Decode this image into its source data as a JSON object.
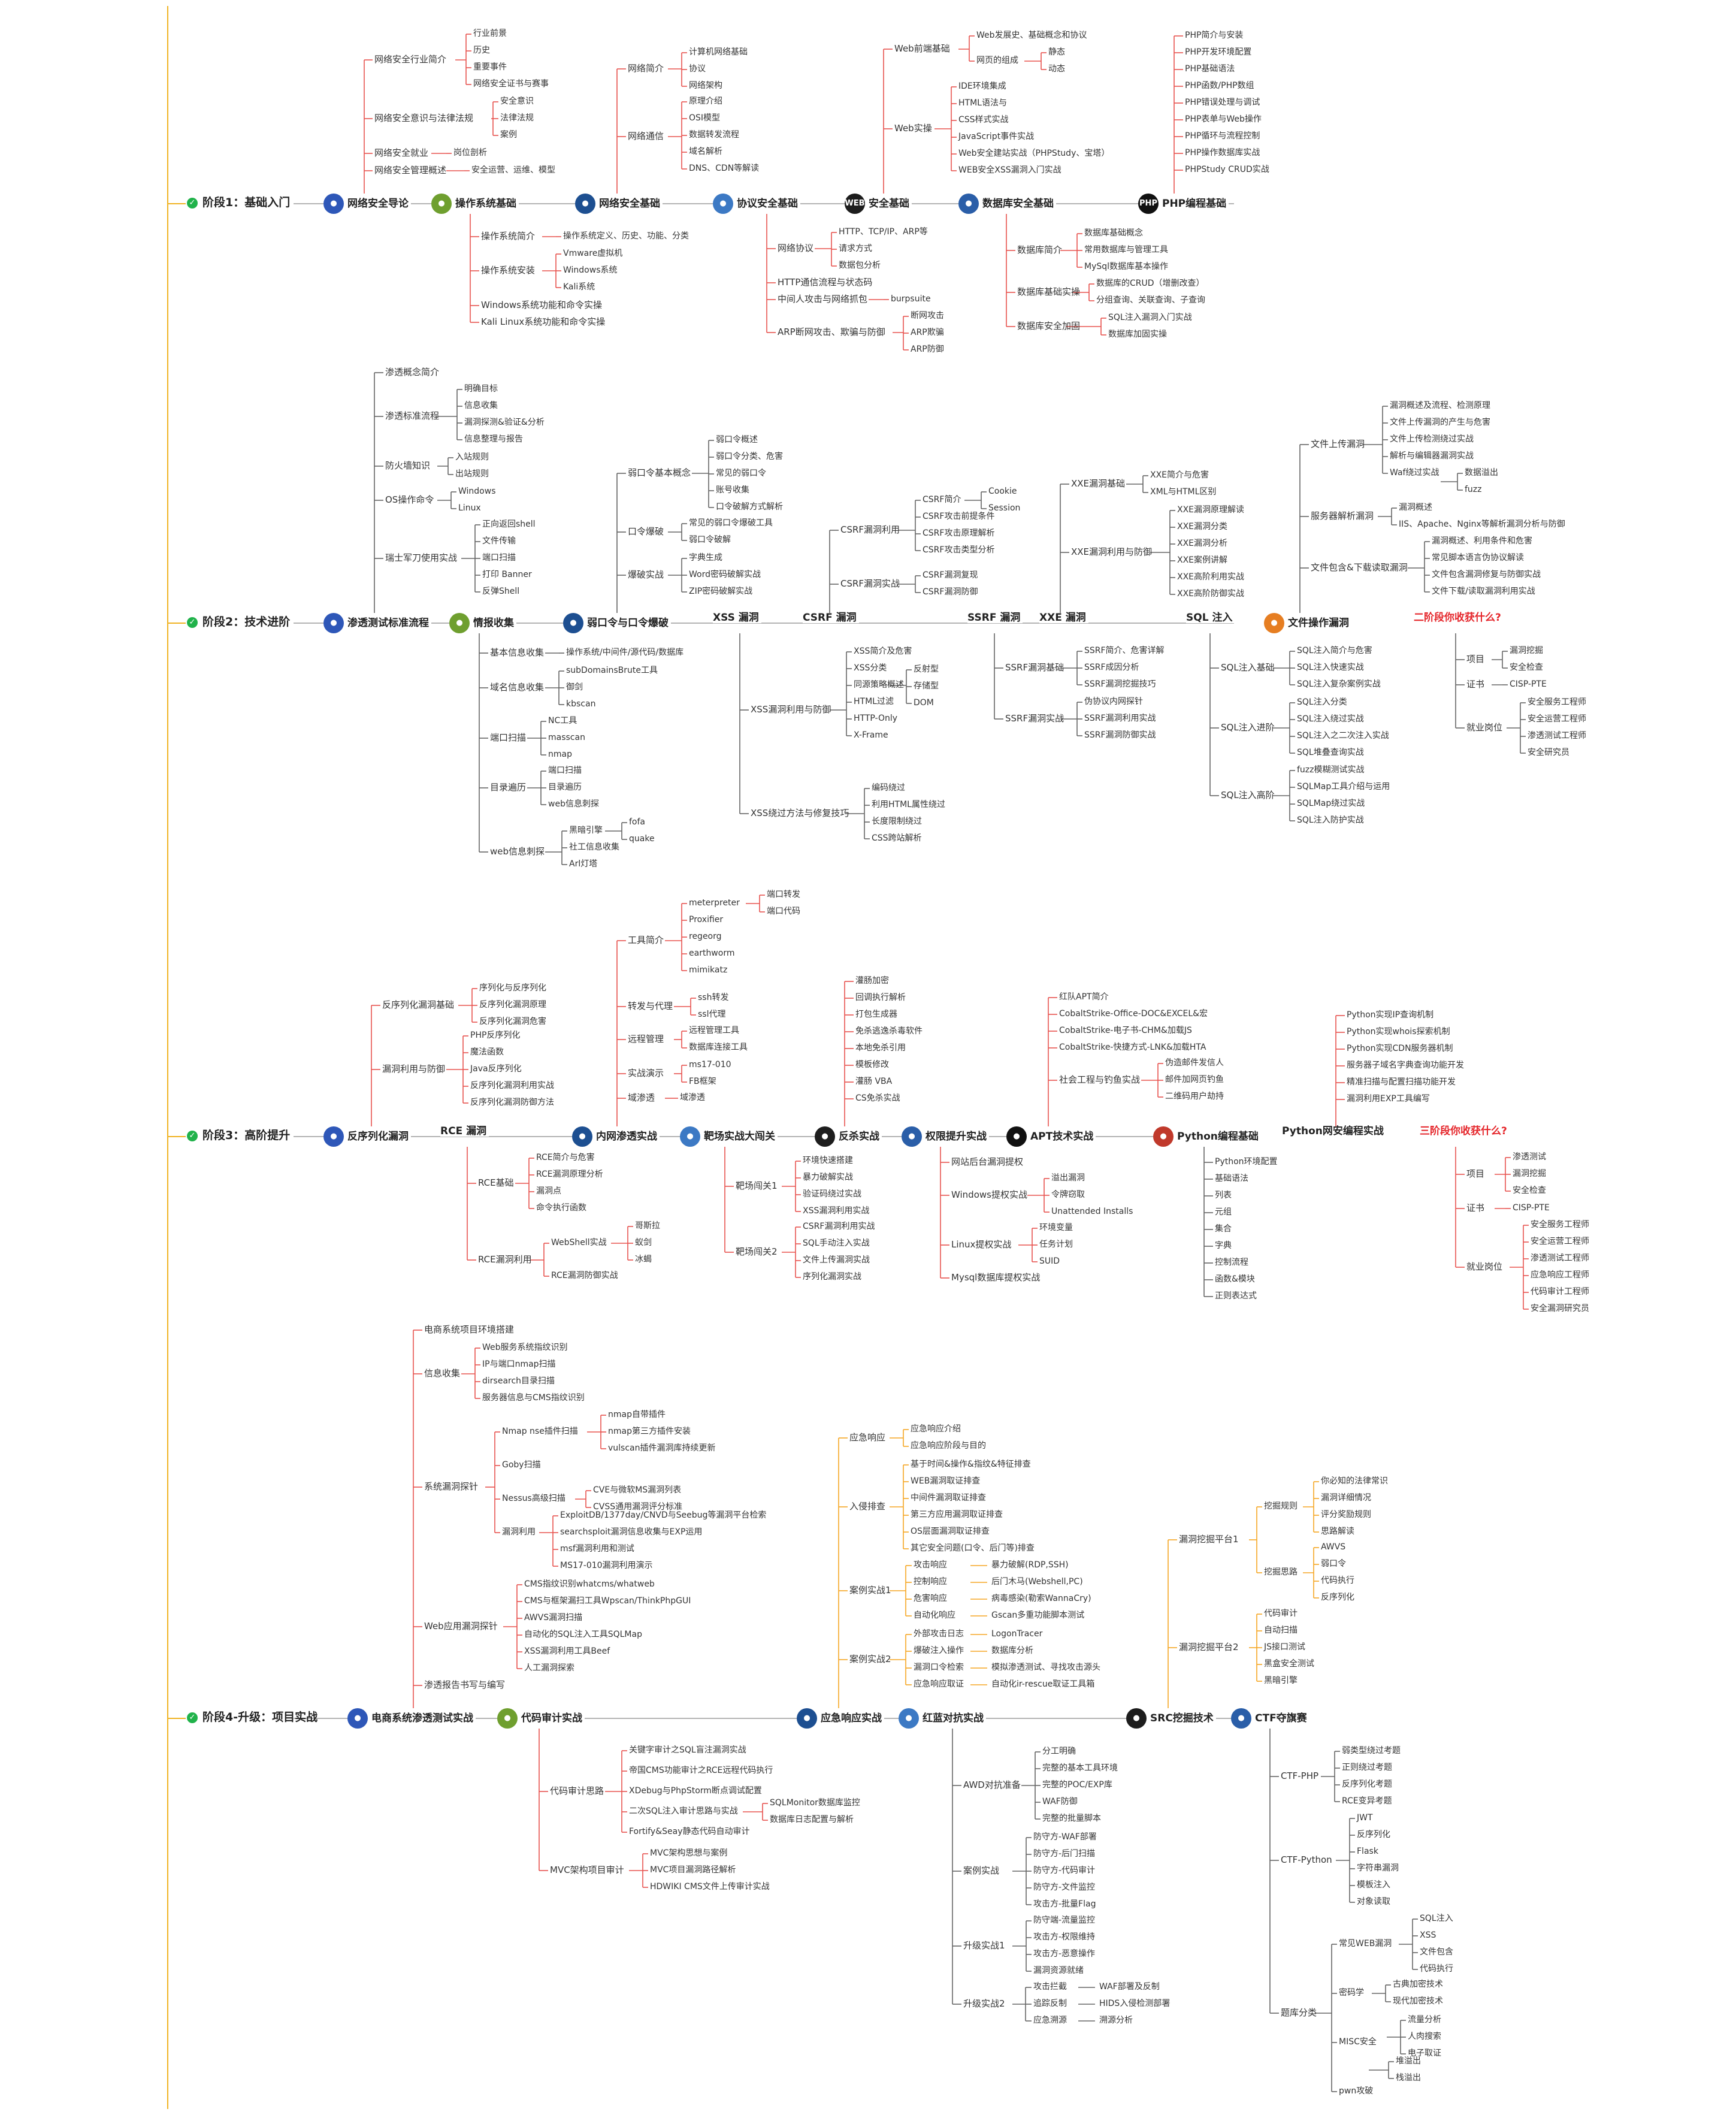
{
  "colors": {
    "spine": "#f0b324",
    "branch_red": "#e8534f",
    "branch_blue": "#2f5fb3",
    "branch_orange": "#f5a623",
    "branch_black": "#444444",
    "check_green": "#20b24a",
    "highlight_red": "#e5262b"
  },
  "stage1": {
    "label": "阶段1：基础入门",
    "topics": {
      "t1": "网络安全导论",
      "t2": "操作系统基础",
      "t3": "网络安全基础",
      "t4": "协议安全基础",
      "t5_logo": "WEB",
      "t5": "安全基础",
      "t6": "数据库安全基础",
      "t7_logo": "PHP",
      "t7": "PHP编程基础"
    },
    "a": {
      "h1": "网络安全行业简介",
      "h1c": [
        "行业前景",
        "历史",
        "重要事件",
        "网络安全证书与赛事"
      ],
      "h2": "网络安全意识与法律法规",
      "h2c": [
        "安全意识",
        "法律法规",
        "案例"
      ],
      "h3": "网络安全就业",
      "h3c": [
        "岗位剖析"
      ],
      "h4": "网络安全管理概述",
      "h4c": [
        "安全运营、运维、模型"
      ]
    },
    "b": {
      "h1": "网络简介",
      "h1c": [
        "计算机网络基础",
        "协议",
        "网络架构"
      ],
      "h2": "网络通信",
      "h2c": [
        "原理介绍",
        "OSI模型",
        "数据转发流程",
        "域名解析",
        "DNS、CDN等解读"
      ]
    },
    "c": {
      "h1": "Web前端基础",
      "h1a": "Web发展史、基础概念和协议",
      "h1b": "网页的组成",
      "h1bc": [
        "静态",
        "动态"
      ],
      "h2": "Web实操",
      "h2c": [
        "IDE环境集成",
        "HTML语法与",
        "CSS样式实战",
        "JavaScript事件实战",
        "Web安全建站实战（PHPStudy、宝塔）",
        "WEB安全XSS漏洞入门实战"
      ]
    },
    "d": [
      "PHP简介与安装",
      "PHP开发环境配置",
      "PHP基础语法",
      "PHP函数/PHP数组",
      "PHP错误处理与调试",
      "PHP表单与Web操作",
      "PHP循环与流程控制",
      "PHP操作数据库实战",
      "PHPStudy CRUD实战"
    ],
    "e": {
      "h1": "操作系统简介",
      "h1c": [
        "操作系统定义、历史、功能、分类"
      ],
      "h2": "操作系统安装",
      "h2c": [
        "Vmware虚拟机",
        "Windows系统",
        "Kali系统"
      ],
      "h3": "Windows系统功能和命令实操",
      "h4": "Kali Linux系统功能和命令实操"
    },
    "f": {
      "h1": "网络协议",
      "h1c": [
        "HTTP、TCP/IP、ARP等",
        "请求方式",
        "数据包分析"
      ],
      "h2": "HTTP通信流程与状态码",
      "h3": "中间人攻击与网络抓包",
      "h3c": [
        "burpsuite"
      ],
      "h4": "ARP断网攻击、欺骗与防御",
      "h4c": [
        "断网攻击",
        "ARP欺骗",
        "ARP防御"
      ]
    },
    "g": {
      "h1": "数据库简介",
      "h1c": [
        "数据库基础概念",
        "常用数据库与管理工具",
        "MySql数据库基本操作"
      ],
      "h2": "数据库基础实操",
      "h2c": [
        "数据库的CRUD（增删改查）",
        "分组查询、关联查询、子查询"
      ],
      "h3": "数据库安全加固",
      "h3c": [
        "SQL注入漏洞入门实战",
        "数据库加固实操"
      ]
    }
  },
  "stage2": {
    "label": "阶段2：技术进阶",
    "topics": {
      "t1": "渗透测试标准流程",
      "t2": "情报收集",
      "t3": "弱口令与口令爆破",
      "t4": "XSS 漏洞",
      "t5": "CSRF 漏洞",
      "t6": "SSRF 漏洞",
      "t7": "XXE 漏洞",
      "t8": "SQL 注入",
      "t9": "文件操作漏洞",
      "t10": "二阶段你收获什么?"
    },
    "a": {
      "h1": "渗透概念简介",
      "h2": "渗透标准流程",
      "h2c": [
        "明确目标",
        "信息收集",
        "漏洞探测&验证&分析",
        "信息整理与报告"
      ],
      "h3": "防火墙知识",
      "h3c": [
        "入站规则",
        "出站规则"
      ],
      "h4": "OS操作命令",
      "h4c": [
        "Windows",
        "Linux"
      ],
      "h5": "瑞士军刀使用实战",
      "h5c": [
        "正向返回shell",
        "文件传输",
        "端口扫描",
        "打印 Banner",
        "反弹Shell"
      ]
    },
    "b": {
      "h1": "弱口令基本概念",
      "h1c": [
        "弱口令概述",
        "弱口令分类、危害",
        "常见的弱口令",
        "账号收集",
        "口令破解方式解析"
      ],
      "h2": "口令爆破",
      "h2c": [
        "常见的弱口令爆破工具",
        "弱口令破解"
      ],
      "h3": "爆破实战",
      "h3c": [
        "字典生成",
        "Word密码破解实战",
        "ZIP密码破解实战"
      ]
    },
    "c": {
      "h1": "CSRF漏洞利用",
      "h1a": "CSRF简介",
      "h1ac": [
        "Cookie",
        "Session"
      ],
      "h1c": [
        "CSRF攻击前提条件",
        "CSRF攻击原理解析",
        "CSRF攻击类型分析"
      ],
      "h2": "CSRF漏洞实战",
      "h2c": [
        "CSRF漏洞复现",
        "CSRF漏洞防御"
      ]
    },
    "d": {
      "h1": "XXE漏洞基础",
      "h1c": [
        "XXE简介与危害",
        "XML与HTML区别"
      ],
      "h2": "XXE漏洞利用与防御",
      "h2c": [
        "XXE漏洞原理解读",
        "XXE漏洞分类",
        "XXE漏洞分析",
        "XXE案例讲解",
        "XXE高阶利用实战",
        "XXE高阶防御实战"
      ]
    },
    "e": {
      "h1": "文件上传漏洞",
      "h1c": [
        "漏洞概述及流程、检测原理",
        "文件上传漏洞的产生与危害",
        "文件上传检测绕过实战",
        "解析与编辑器漏洞实战"
      ],
      "h1d": "Waf绕过实战",
      "h1dc": [
        "数据溢出",
        "fuzz"
      ],
      "h2": "服务器解析漏洞",
      "h2c": [
        "漏洞概述",
        "IIS、Apache、Nginx等解析漏洞分析与防御"
      ],
      "h3": "文件包含&下载读取漏洞",
      "h3c": [
        "漏洞概述、利用条件和危害",
        "常见脚本语言伪协议解读",
        "文件包含漏洞修复与防御实战",
        "文件下载/读取漏洞利用实战"
      ]
    },
    "f": {
      "h1": "基本信息收集",
      "h1c": [
        "操作系统/中间件/源代码/数据库"
      ],
      "h2": "域名信息收集",
      "h2c": [
        "subDomainsBrute工具",
        "御剑",
        "kbscan"
      ],
      "h3": "端口扫描",
      "h3c": [
        "NC工具",
        "masscan",
        "nmap"
      ],
      "h4": "目录遍历",
      "h4c": [
        "端口扫描",
        "目录遍历",
        "web信息刺探"
      ],
      "h5": "web信息刺探",
      "h5a": "黑暗引擎",
      "h5ac": [
        "fofa",
        "quake"
      ],
      "h5c": [
        "社工信息收集",
        "Arl灯塔"
      ]
    },
    "g": {
      "h1": "XSS漏洞利用与防御",
      "h1a": "XSS简介及危害",
      "h1b": "XSS分类",
      "h1bc": [
        "反射型",
        "存储型",
        "DOM"
      ],
      "h1c": [
        "同源策略概述",
        "HTML过滤",
        "HTTP-Only",
        "X-Frame"
      ],
      "h2": "XSS绕过方法与修复技巧",
      "h2c": [
        "编码绕过",
        "利用HTML属性绕过",
        "长度限制绕过",
        "CSS跨站解析"
      ]
    },
    "h": {
      "h1": "SSRF漏洞基础",
      "h1c": [
        "SSRF简介、危害详解",
        "SSRF成因分析",
        "SSRF漏洞挖掘技巧"
      ],
      "h2": "SSRF漏洞实战",
      "h2c": [
        "伪协议内网探针",
        "SSRF漏洞利用实战",
        "SSRF漏洞防御实战"
      ]
    },
    "i": {
      "h1": "SQL注入基础",
      "h1c": [
        "SQL注入简介与危害",
        "SQL注入快速实战",
        "SQL注入复杂案例实战"
      ],
      "h2": "SQL注入进阶",
      "h2c": [
        "SQL注入分类",
        "SQL注入绕过实战",
        "SQL注入之二次注入实战",
        "SQL堆叠查询实战"
      ],
      "h3": "SQL注入高阶",
      "h3c": [
        "fuzz模糊测试实战",
        "SQLMap工具介绍与运用",
        "SQLMap绕过实战",
        "SQL注入防护实战"
      ]
    },
    "j": {
      "h1": "项目",
      "h1c": [
        "漏洞挖掘",
        "安全检查"
      ],
      "h2": "证书",
      "h2c": [
        "CISP-PTE"
      ],
      "h3": "就业岗位",
      "h3c": [
        "安全服务工程师",
        "安全运营工程师",
        "渗透测试工程师",
        "安全研究员"
      ]
    }
  },
  "stage3": {
    "label": "阶段3：高阶提升",
    "topics": {
      "t1": "反序列化漏洞",
      "t2": "RCE 漏洞",
      "t3": "内网渗透实战",
      "t4": "靶场实战大闯关",
      "t5": "反杀实战",
      "t6": "权限提升实战",
      "t7": "APT技术实战",
      "t8": "Python编程基础",
      "t9": "Python网安编程实战",
      "t10": "三阶段你收获什么?"
    },
    "a": {
      "h1": "反序列化漏洞基础",
      "h1c": [
        "序列化与反序列化",
        "反序列化漏洞原理",
        "反序列化漏洞危害"
      ],
      "h2": "漏洞利用与防御",
      "h2c": [
        "PHP反序列化",
        "魔法函数",
        "Java反序列化",
        "反序列化漏洞利用实战",
        "反序列化漏洞防御方法"
      ]
    },
    "b": {
      "h1": "工具简介",
      "h1a": "meterpreter",
      "h1ac": [
        "端口转发",
        "端口代码"
      ],
      "h1c": [
        "Proxifier",
        "regeorg",
        "earthworm",
        "mimikatz"
      ],
      "h2": "转发与代理",
      "h2c": [
        "ssh转发",
        "ssl代理"
      ],
      "h3": "远程管理",
      "h3c": [
        "远程管理工具",
        "数据库连接工具"
      ],
      "h4": "实战演示",
      "h4c": [
        "ms17-010",
        "FB框架"
      ],
      "h5": "域渗透",
      "h5c": [
        "域渗透"
      ]
    },
    "c": [
      "灌肠加密",
      "回调执行解析",
      "打包生成器",
      "免杀逃逸杀毒软件",
      "本地免杀引用",
      "模板修改",
      "灌肠 VBA",
      "CS免杀实战"
    ],
    "d": {
      "list": [
        "红队APT简介",
        "CobaltStrike-Office-DOC&EXCEL&宏",
        "CobaltStrike-电子书-CHM&加载JS",
        "CobaltStrike-快捷方式-LNK&加载HTA"
      ],
      "h1": "社会工程与钓鱼实战",
      "h1c": [
        "伪造邮件发信人",
        "邮件加网页钓鱼",
        "二维码用户劫持"
      ]
    },
    "e": [
      "Python实现IP查询机制",
      "Python实现whois探索机制",
      "Python实现CDN服务器机制",
      "服务器子域名字典查询功能开发",
      "精准扫描与配置扫描功能开发",
      "漏洞利用EXP工具编写"
    ],
    "f": {
      "h1": "RCE基础",
      "h1c": [
        "RCE简介与危害",
        "RCE漏洞原理分析",
        "漏洞点",
        "命令执行函数"
      ],
      "h2": "RCE漏洞利用",
      "h2a": "WebShell实战",
      "h2ac": [
        "哥斯拉",
        "蚁剑",
        "冰蝎"
      ],
      "h2c": [
        "RCE漏洞防御实战"
      ]
    },
    "g": {
      "h1": "靶场闯关1",
      "h1c": [
        "环境快速搭建",
        "暴力破解实战",
        "验证码绕过实战",
        "XSS漏洞利用实战"
      ],
      "h2": "靶场闯关2",
      "h2c": [
        "CSRF漏洞利用实战",
        "SQL手动注入实战",
        "文件上传漏洞实战",
        "序列化漏洞实战"
      ]
    },
    "h": {
      "h1": "网站后台漏洞提权",
      "h2": "Windows提权实战",
      "h2c": [
        "溢出漏洞",
        "令牌窃取",
        "Unattended Installs"
      ],
      "h3": "Linux提权实战",
      "h3c": [
        "环境变量",
        "任务计划",
        "SUID"
      ],
      "h4": "Mysql数据库提权实战"
    },
    "i": [
      "Python环境配置",
      "基础语法",
      "列表",
      "元组",
      "集合",
      "字典",
      "控制流程",
      "函数&模块",
      "正则表达式"
    ],
    "j": {
      "h1": "项目",
      "h1c": [
        "渗透测试",
        "漏洞挖掘",
        "安全检查"
      ],
      "h2": "证书",
      "h2c": [
        "CISP-PTE"
      ],
      "h3": "就业岗位",
      "h3c": [
        "安全服务工程师",
        "安全运营工程师",
        "渗透测试工程师",
        "应急响应工程师",
        "代码审计工程师",
        "安全漏洞研究员"
      ]
    }
  },
  "stage4": {
    "label": "阶段4-升级：项目实战",
    "topics": {
      "t1": "电商系统渗透测试实战",
      "t2": "代码审计实战",
      "t3": "应急响应实战",
      "t4": "红蓝对抗实战",
      "t5": "SRC挖掘技术",
      "t6": "CTF夺旗赛"
    },
    "a": {
      "h1": "电商系统项目环境搭建",
      "h2": "信息收集",
      "h2c": [
        "Web服务系统指纹识别",
        "IP与端口nmap扫描",
        "dirsearch目录扫描",
        "服务器信息与CMS指纹识别"
      ],
      "h3": "系统漏洞探针",
      "h3a": "Nmap nse插件扫描",
      "h3ac": [
        "nmap自带插件",
        "nmap第三方插件安装",
        "vulscan插件漏洞库持续更新"
      ],
      "h3b": "Goby扫描",
      "h3c": "Nessus高级扫描",
      "h3cc": [
        "CVE与微软MS漏洞列表",
        "CVSS通用漏洞评分标准"
      ],
      "h3d": "漏洞利用",
      "h3dc": [
        "ExploitDB/1377day/CNVD与Seebug等漏洞平台检索",
        "searchsploit漏洞信息收集与EXP运用",
        "msf漏洞利用和测试",
        "MS17-010漏洞利用演示"
      ],
      "h4": "Web应用漏洞探针",
      "h4c": [
        "CMS指纹识别whatcms/whatweb",
        "CMS与框架漏扫工具Wpscan/ThinkPhpGUI",
        "AWVS漏洞扫描",
        "自动化的SQL注入工具SQLMap",
        "XSS漏洞利用工具Beef",
        "人工漏洞探索"
      ],
      "h5": "渗透报告书写与编写"
    },
    "b": {
      "h1": "应急响应",
      "h1c": [
        "应急响应介绍",
        "应急响应阶段与目的"
      ],
      "h2": "入侵排查",
      "h2c": [
        "基于时间&操作&指纹&特征排查",
        "WEB漏洞取证排查",
        "中间件漏洞取证排查",
        "第三方应用漏洞取证排查",
        "OS层面漏洞取证排查",
        "其它安全问题(口令、后门等)排查"
      ],
      "h3": "案例实战1",
      "h3r": [
        [
          "攻击响应",
          "暴力破解(RDP,SSH)"
        ],
        [
          "控制响应",
          "后门木马(Webshell,PC)"
        ],
        [
          "危害响应",
          "病毒感染(勒索WannaCry)"
        ],
        [
          "自动化响应",
          "Gscan多重功能脚本测试"
        ]
      ],
      "h4": "案例实战2",
      "h4r": [
        [
          "外部攻击日志",
          "LogonTracer"
        ],
        [
          "爆破注入操作",
          "数据库分析"
        ],
        [
          "漏洞口令检索",
          "模拟渗透测试、寻找攻击源头"
        ],
        [
          "应急响应取证",
          "自动化ir-rescue取证工具箱"
        ]
      ]
    },
    "c": {
      "h1": "漏洞挖掘平台1",
      "h1a": "挖掘规则",
      "h1ac": [
        "你必知的法律常识",
        "漏洞详细情况",
        "评分奖励规则",
        "思路解读"
      ],
      "h1b": "挖掘思路",
      "h1bc": [
        "AWVS",
        "弱口令",
        "代码执行",
        "反序列化"
      ],
      "h2": "漏洞挖掘平台2",
      "h2c": [
        "代码审计",
        "自动扫描",
        "JS接口测试",
        "黑盒安全测试",
        "黑暗引擎"
      ]
    },
    "d": {
      "h1": "代码审计思路",
      "h1c": [
        "关键字审计之SQL盲注漏洞实战",
        "帝国CMS功能审计之RCE远程代码执行",
        "XDebug与PhpStorm断点调试配置"
      ],
      "h1d": "二次SQL注入审计思路与实战",
      "h1dc": [
        "SQLMonitor数据库监控",
        "数据库日志配置与解析"
      ],
      "h1e": "Fortify&Seay静态代码自动审计",
      "h2": "MVC架构项目审计",
      "h2c": [
        "MVC架构思想与案例",
        "MVC项目漏洞路径解析",
        "HDWIKI CMS文件上传审计实战"
      ]
    },
    "e": {
      "h1": "AWD对抗准备",
      "h1c": [
        "分工明确",
        "完整的基本工具环境",
        "完整的POC/EXP库",
        "WAF防御",
        "完整的批量脚本"
      ],
      "h2": "案例实战",
      "h2c": [
        "防守方-WAF部署",
        "防守方-后门扫描",
        "防守方-代码审计",
        "防守方-文件监控",
        "攻击方-批量Flag"
      ],
      "h3": "升级实战1",
      "h3c": [
        "防守端-流量监控",
        "攻击方-权限维持",
        "攻击方-恶意操作",
        "漏洞资源就绪"
      ],
      "h4": "升级实战2",
      "h4r": [
        [
          "攻击拦截",
          "WAF部署及反制"
        ],
        [
          "追踪反制",
          "HIDS入侵检测部署"
        ],
        [
          "应急溯源",
          "溯源分析"
        ]
      ]
    },
    "f": {
      "h1": "CTF-PHP",
      "h1c": [
        "弱类型绕过考题",
        "正则绕过考题",
        "反序列化考题",
        "RCE变异考题"
      ],
      "h2": "CTF-Python",
      "h2c": [
        "JWT",
        "反序列化",
        "Flask",
        "字符串漏洞",
        "模板注入",
        "对象读取"
      ],
      "h3": "题库分类",
      "h3a": "常见WEB漏洞",
      "h3ac": [
        "SQL注入",
        "XSS",
        "文件包含",
        "代码执行"
      ],
      "h3b": "密码学",
      "h3bc": [
        "古典加密技术",
        "现代加密技术"
      ],
      "h3c": "MISC安全",
      "h3cc": [
        "流量分析",
        "人肉搜索",
        "电子取证"
      ],
      "h3d": "pwn攻破",
      "h3dc": [
        "堆溢出",
        "栈溢出"
      ]
    }
  }
}
